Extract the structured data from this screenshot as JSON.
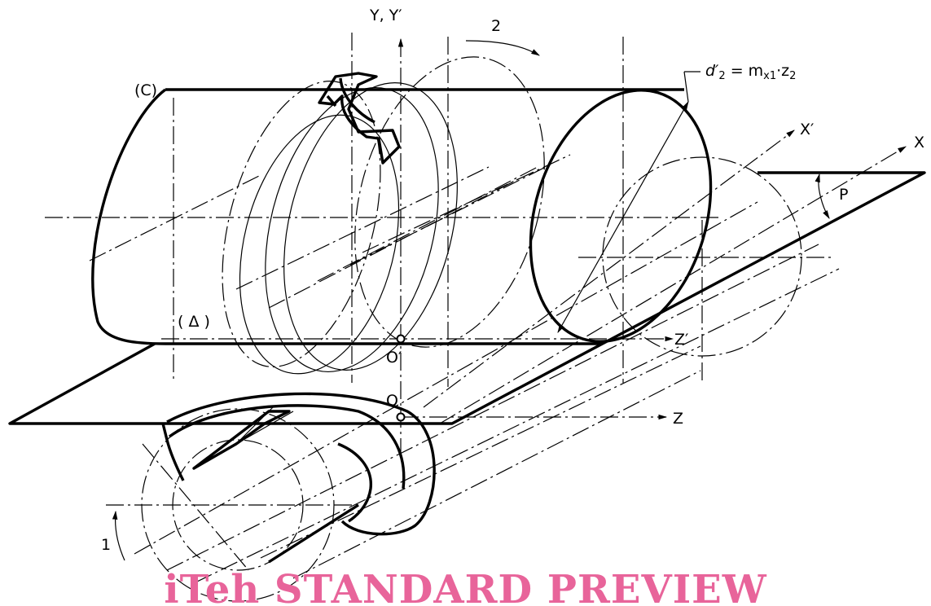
{
  "labels": {
    "axis_y": "Y, Y′",
    "rotation_2": "2",
    "cylinder_c": "(C)",
    "pitch_diameter_formula": {
      "d_prime": "d′",
      "d_sub": "2",
      "equals": " = m",
      "m_sub": "x1",
      "dot_z": "·z",
      "z_sub": "2"
    },
    "axis_x_prime": "X′",
    "axis_x": "X",
    "plane_p": "P",
    "line_delta": "( Δ )",
    "axis_z_prime": "Z′",
    "origin_o_prime": "O′",
    "origin_o": "O",
    "axis_z": "Z",
    "rotation_1": "1"
  },
  "watermark": "iTeh STANDARD PREVIEW",
  "colors": {
    "line": "#000000",
    "watermark": "#e8649a",
    "background": "#ffffff"
  }
}
